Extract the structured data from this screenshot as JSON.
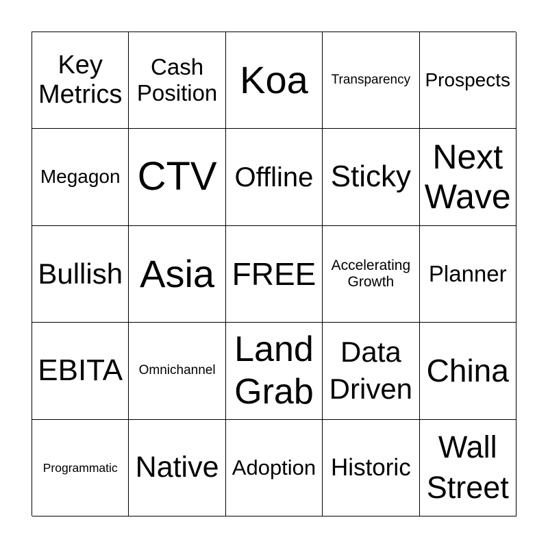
{
  "board": {
    "cells": [
      "Key\nMetrics",
      "Cash\nPosition",
      "Koa",
      "Transparency",
      "Prospects",
      "Megagon",
      "CTV",
      "Offline",
      "Sticky",
      "Next\nWave",
      "Bullish",
      "Asia",
      "FREE",
      "Accelerating\nGrowth",
      "Planner",
      "EBITA",
      "Omnichannel",
      "Land\nGrab",
      "Data\nDriven",
      "China",
      "Programmatic",
      "Native",
      "Adoption",
      "Historic",
      "Wall\nStreet"
    ]
  }
}
